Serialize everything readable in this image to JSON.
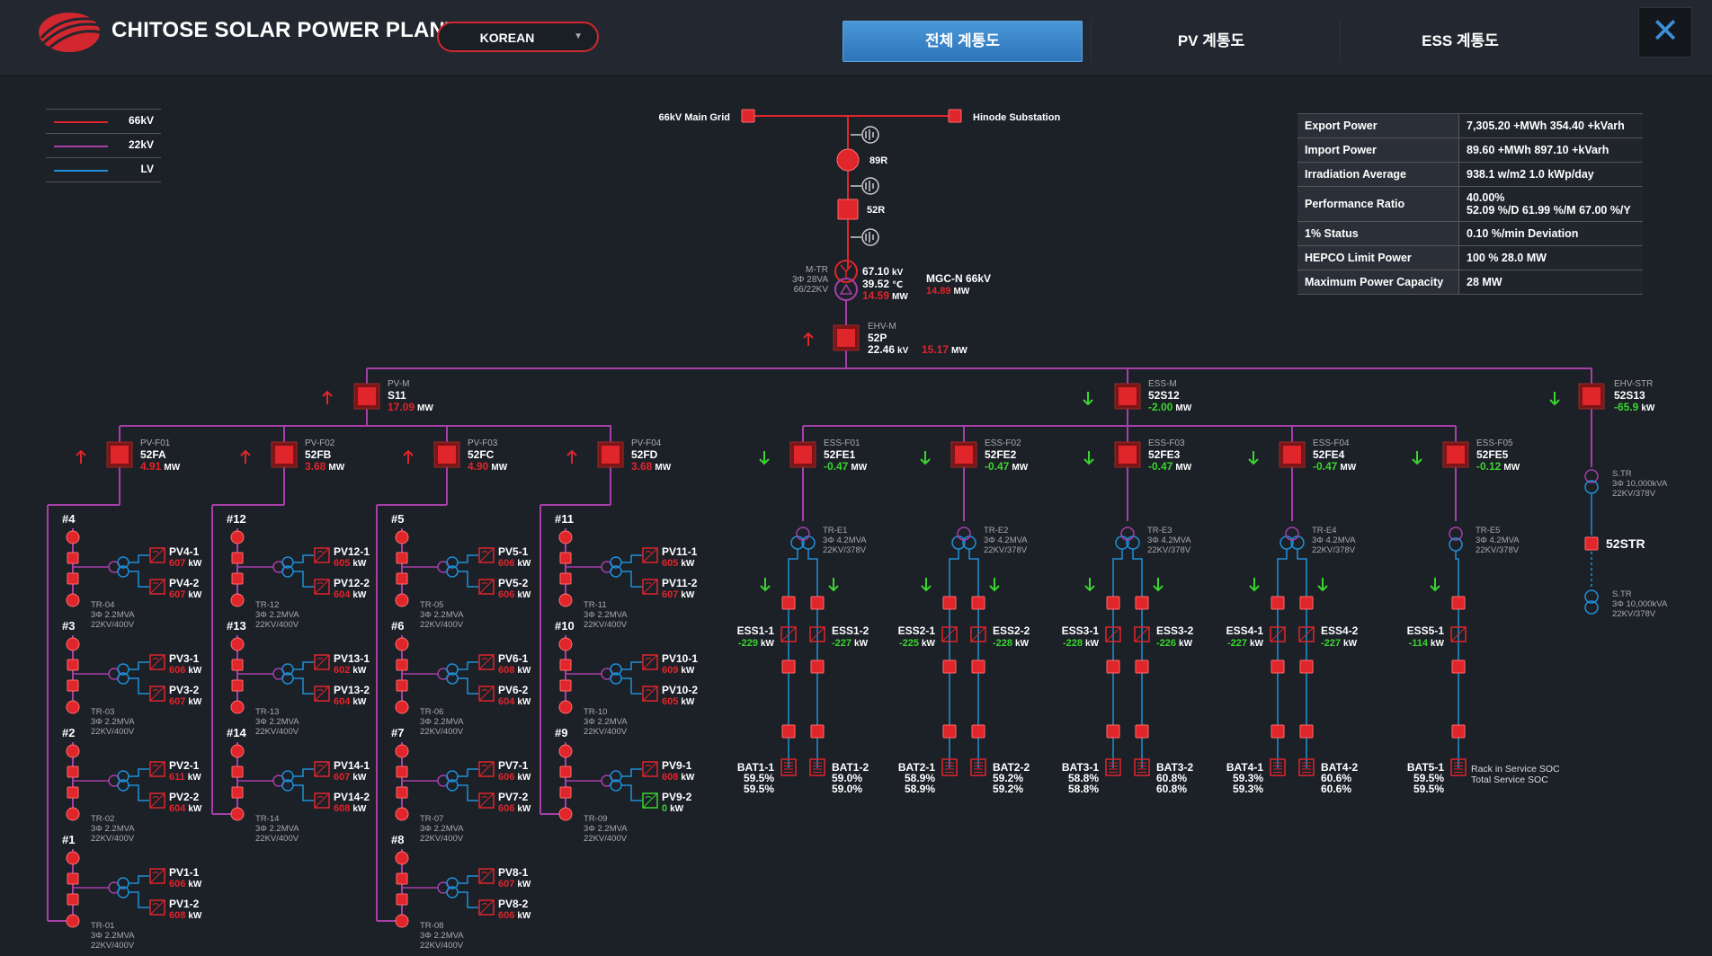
{
  "header": {
    "title": "CHITOSE SOLAR POWER PLANT",
    "language": "KOREAN",
    "tabs": [
      {
        "label": "전체 계통도",
        "active": true
      },
      {
        "label": "PV 계통도",
        "active": false
      },
      {
        "label": "ESS 계통도",
        "active": false
      }
    ],
    "close_icon": "close-icon"
  },
  "legend": [
    {
      "label": "66kV",
      "color": "#e0252b"
    },
    {
      "label": "22kV",
      "color": "#a63fa8"
    },
    {
      "label": "LV",
      "color": "#1e8fd8"
    }
  ],
  "info": [
    {
      "label": "Export Power",
      "value": "7,305.20 +MWh 354.40 +kVarh"
    },
    {
      "label": "Import Power",
      "value": "89.60 +MWh 897.10 +kVarh"
    },
    {
      "label": "Irradiation Average",
      "value": "938.1 w/m2 1.0 kWp/day"
    },
    {
      "label": "Performance Ratio",
      "value": "40.00%",
      "value2": "52.09 %/D 61.99 %/M 67.00 %/Y"
    },
    {
      "label": "1% Status",
      "value": "0.10 %/min Deviation"
    },
    {
      "label": "HEPCO Limit Power",
      "value": "100 % 28.0 MW"
    },
    {
      "label": "Maximum Power Capacity",
      "value": "28 MW"
    }
  ],
  "colors": {
    "hv": "#e0252b",
    "mv": "#a63fa8",
    "lv": "#1e8fd8",
    "pos": "#e0252b",
    "neg": "#39d62e"
  },
  "grid": {
    "main_grid": "66kV Main Grid",
    "substation": "Hinode Substation",
    "ds_89r": "89R",
    "cb_52r": "52R"
  },
  "mtr": {
    "name": "M-TR",
    "spec1": "3Φ 28VA",
    "spec2": "66/22KV",
    "kv": "67.10",
    "kv_unit": "kV",
    "temp": "39.52",
    "temp_unit": "℃",
    "mw": "14.59",
    "mw_unit": "MW",
    "mgc_label": "MGC-N 66kV",
    "mgc_mw": "14.89",
    "mgc_unit": "MW"
  },
  "main_cb": {
    "tag": "EHV-M",
    "name": "52P",
    "kv": "22.46",
    "kv_unit": "kV",
    "mw": "15.17",
    "mw_unit": "MW"
  },
  "pv_main": {
    "tag": "PV-M",
    "name": "S11",
    "value": "17.09",
    "unit": "MW"
  },
  "ess_main": {
    "tag": "ESS-M",
    "name": "52S12",
    "value": "-2.00",
    "unit": "MW"
  },
  "str_main": {
    "tag": "EHV-STR",
    "name": "52S13",
    "value": "-65.9",
    "unit": "kW"
  },
  "str": {
    "tr1_name": "S.TR",
    "tr1_spec1": "3Φ 10,000kVA",
    "tr1_spec2": "22KV/378V",
    "cb": "52STR",
    "tr2_name": "S.TR",
    "tr2_spec1": "3Φ 10,000kVA",
    "tr2_spec2": "22KV/378V"
  },
  "pv_feeders": [
    {
      "tag": "PV-F01",
      "name": "52FA",
      "value": "4.91",
      "unit": "MW"
    },
    {
      "tag": "PV-F02",
      "name": "52FB",
      "value": "3.68",
      "unit": "MW"
    },
    {
      "tag": "PV-F03",
      "name": "52FC",
      "value": "4.90",
      "unit": "MW"
    },
    {
      "tag": "PV-F04",
      "name": "52FD",
      "value": "3.68",
      "unit": "MW"
    }
  ],
  "pv_groups": [
    {
      "col": 0,
      "num": "#4",
      "tr": "TR-04",
      "spec1": "3Φ 2.2MVA",
      "spec2": "22KV/400V",
      "pv": [
        {
          "name": "PV4-1",
          "kw": "607"
        },
        {
          "name": "PV4-2",
          "kw": "607"
        }
      ]
    },
    {
      "col": 0,
      "num": "#3",
      "tr": "TR-03",
      "spec1": "3Φ 2.2MVA",
      "spec2": "22KV/400V",
      "pv": [
        {
          "name": "PV3-1",
          "kw": "606"
        },
        {
          "name": "PV3-2",
          "kw": "607"
        }
      ]
    },
    {
      "col": 0,
      "num": "#2",
      "tr": "TR-02",
      "spec1": "3Φ 2.2MVA",
      "spec2": "22KV/400V",
      "pv": [
        {
          "name": "PV2-1",
          "kw": "611"
        },
        {
          "name": "PV2-2",
          "kw": "604"
        }
      ]
    },
    {
      "col": 0,
      "num": "#1",
      "tr": "TR-01",
      "spec1": "3Φ 2.2MVA",
      "spec2": "22KV/400V",
      "pv": [
        {
          "name": "PV1-1",
          "kw": "606"
        },
        {
          "name": "PV1-2",
          "kw": "608"
        }
      ]
    },
    {
      "col": 1,
      "num": "#12",
      "tr": "TR-12",
      "spec1": "3Φ 2.2MVA",
      "spec2": "22KV/400V",
      "pv": [
        {
          "name": "PV12-1",
          "kw": "605"
        },
        {
          "name": "PV12-2",
          "kw": "604"
        }
      ]
    },
    {
      "col": 1,
      "num": "#13",
      "tr": "TR-13",
      "spec1": "3Φ 2.2MVA",
      "spec2": "22KV/400V",
      "pv": [
        {
          "name": "PV13-1",
          "kw": "602"
        },
        {
          "name": "PV13-2",
          "kw": "604"
        }
      ]
    },
    {
      "col": 1,
      "num": "#14",
      "tr": "TR-14",
      "spec1": "3Φ 2.2MVA",
      "spec2": "22KV/400V",
      "pv": [
        {
          "name": "PV14-1",
          "kw": "607"
        },
        {
          "name": "PV14-2",
          "kw": "608"
        }
      ]
    },
    {
      "col": 2,
      "num": "#5",
      "tr": "TR-05",
      "spec1": "3Φ 2.2MVA",
      "spec2": "22KV/400V",
      "pv": [
        {
          "name": "PV5-1",
          "kw": "606"
        },
        {
          "name": "PV5-2",
          "kw": "606"
        }
      ]
    },
    {
      "col": 2,
      "num": "#6",
      "tr": "TR-06",
      "spec1": "3Φ 2.2MVA",
      "spec2": "22KV/400V",
      "pv": [
        {
          "name": "PV6-1",
          "kw": "608"
        },
        {
          "name": "PV6-2",
          "kw": "604"
        }
      ]
    },
    {
      "col": 2,
      "num": "#7",
      "tr": "TR-07",
      "spec1": "3Φ 2.2MVA",
      "spec2": "22KV/400V",
      "pv": [
        {
          "name": "PV7-1",
          "kw": "606"
        },
        {
          "name": "PV7-2",
          "kw": "606"
        }
      ]
    },
    {
      "col": 2,
      "num": "#8",
      "tr": "TR-08",
      "spec1": "3Φ 2.2MVA",
      "spec2": "22KV/400V",
      "pv": [
        {
          "name": "PV8-1",
          "kw": "607"
        },
        {
          "name": "PV8-2",
          "kw": "606"
        }
      ]
    },
    {
      "col": 3,
      "num": "#11",
      "tr": "TR-11",
      "spec1": "3Φ 2.2MVA",
      "spec2": "22KV/400V",
      "pv": [
        {
          "name": "PV11-1",
          "kw": "605"
        },
        {
          "name": "PV11-2",
          "kw": "607"
        }
      ]
    },
    {
      "col": 3,
      "num": "#10",
      "tr": "TR-10",
      "spec1": "3Φ 2.2MVA",
      "spec2": "22KV/400V",
      "pv": [
        {
          "name": "PV10-1",
          "kw": "609"
        },
        {
          "name": "PV10-2",
          "kw": "605"
        }
      ]
    },
    {
      "col": 3,
      "num": "#9",
      "tr": "TR-09",
      "spec1": "3Φ 2.2MVA",
      "spec2": "22KV/400V",
      "pv": [
        {
          "name": "PV9-1",
          "kw": "608"
        },
        {
          "name": "PV9-2",
          "kw": "0",
          "status": "off"
        }
      ]
    }
  ],
  "ess_feeders": [
    {
      "tag": "ESS-F01",
      "name": "52FE1",
      "value": "-0.47",
      "unit": "MW",
      "tr": "TR-E1",
      "spec1": "3Φ 4.2MVA",
      "spec2": "22KV/378V",
      "pcs": [
        {
          "name": "ESS1-1",
          "kw": "-229"
        },
        {
          "name": "ESS1-2",
          "kw": "-227"
        }
      ],
      "bat": [
        {
          "name": "BAT1-1",
          "soc1": "59.5%",
          "soc2": "59.5%"
        },
        {
          "name": "BAT1-2",
          "soc1": "59.0%",
          "soc2": "59.0%"
        }
      ]
    },
    {
      "tag": "ESS-F02",
      "name": "52FE2",
      "value": "-0.47",
      "unit": "MW",
      "tr": "TR-E2",
      "spec1": "3Φ 4.2MVA",
      "spec2": "22KV/378V",
      "pcs": [
        {
          "name": "ESS2-1",
          "kw": "-225"
        },
        {
          "name": "ESS2-2",
          "kw": "-228"
        }
      ],
      "bat": [
        {
          "name": "BAT2-1",
          "soc1": "58.9%",
          "soc2": "58.9%"
        },
        {
          "name": "BAT2-2",
          "soc1": "59.2%",
          "soc2": "59.2%"
        }
      ]
    },
    {
      "tag": "ESS-F03",
      "name": "52FE3",
      "value": "-0.47",
      "unit": "MW",
      "tr": "TR-E3",
      "spec1": "3Φ 4.2MVA",
      "spec2": "22KV/378V",
      "pcs": [
        {
          "name": "ESS3-1",
          "kw": "-228"
        },
        {
          "name": "ESS3-2",
          "kw": "-226"
        }
      ],
      "bat": [
        {
          "name": "BAT3-1",
          "soc1": "58.8%",
          "soc2": "58.8%"
        },
        {
          "name": "BAT3-2",
          "soc1": "60.8%",
          "soc2": "60.8%"
        }
      ]
    },
    {
      "tag": "ESS-F04",
      "name": "52FE4",
      "value": "-0.47",
      "unit": "MW",
      "tr": "TR-E4",
      "spec1": "3Φ 4.2MVA",
      "spec2": "22KV/378V",
      "pcs": [
        {
          "name": "ESS4-1",
          "kw": "-227"
        },
        {
          "name": "ESS4-2",
          "kw": "-227"
        }
      ],
      "bat": [
        {
          "name": "BAT4-1",
          "soc1": "59.3%",
          "soc2": "59.3%"
        },
        {
          "name": "BAT4-2",
          "soc1": "60.6%",
          "soc2": "60.6%"
        }
      ]
    },
    {
      "tag": "ESS-F05",
      "name": "52FE5",
      "value": "-0.12",
      "unit": "MW",
      "tr": "TR-E5",
      "spec1": "3Φ 4.2MVA",
      "spec2": "22KV/378V",
      "pcs": [
        {
          "name": "ESS5-1",
          "kw": "-114"
        }
      ],
      "bat": [
        {
          "name": "BAT5-1",
          "soc1": "59.5%",
          "soc2": "59.5%"
        }
      ]
    }
  ],
  "soc_legend": {
    "line1": "Rack in Service SOC",
    "line2": "Total Service SOC"
  },
  "kw_unit": "kW"
}
